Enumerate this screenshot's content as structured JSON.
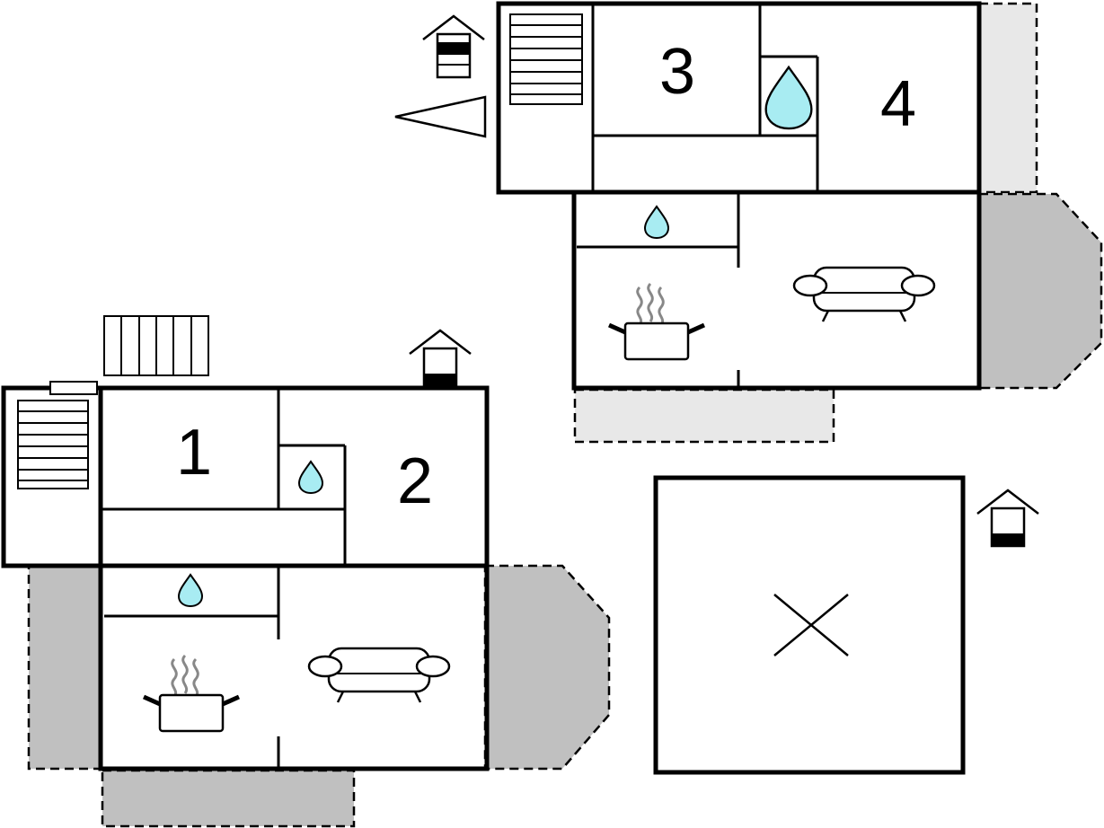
{
  "rooms": {
    "r1": "1",
    "r2": "2",
    "r3": "3",
    "r4": "4"
  },
  "colors": {
    "water": "#a8ecf2",
    "terrace_dark": "#c0c0c0",
    "terrace_light": "#e8e8e8",
    "wall": "#000000"
  },
  "icons": [
    "entrance-house-icon",
    "bathroom-drop-icon",
    "kitchen-pot-icon",
    "sofa-icon",
    "stairs-icon",
    "direction-arrow-icon",
    "void-cross-icon"
  ]
}
